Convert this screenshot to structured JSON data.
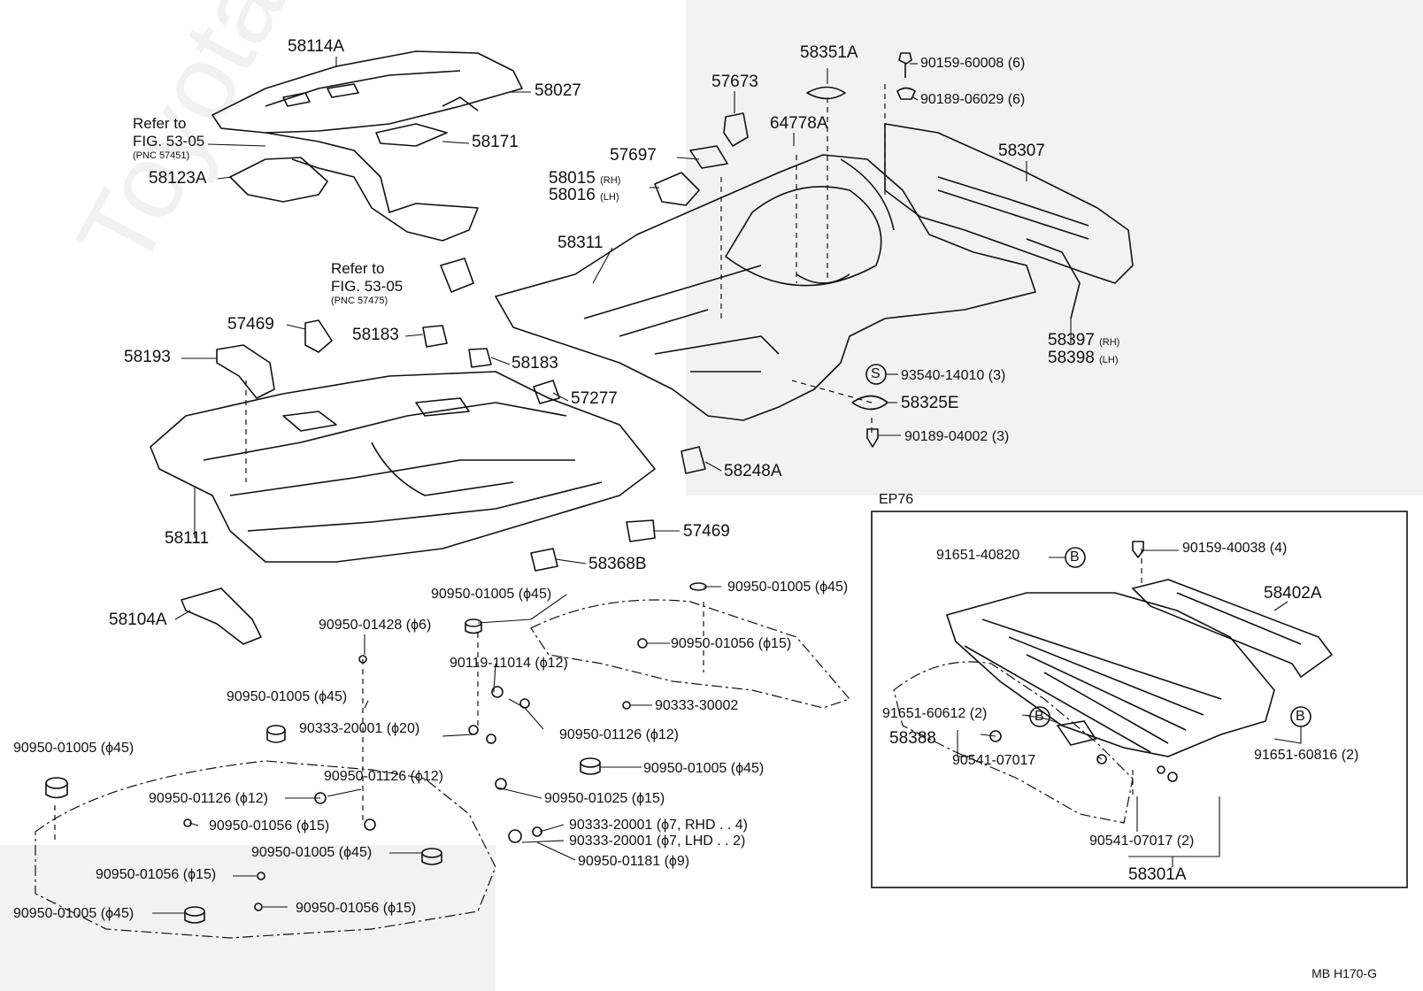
{
  "watermark": "Toyota-Club.ru",
  "drawing_code": "MB  H170-G",
  "inset_title": "EP76",
  "notes": [
    {
      "id": "refer1",
      "line1": "Refer to",
      "line2": "FIG. 53-05",
      "pnc": "(PNC 57451)"
    },
    {
      "id": "refer2",
      "line1": "Refer to",
      "line2": "FIG. 53-05",
      "pnc": "(PNC 57475)"
    }
  ],
  "labels": {
    "p58114A": "58114A",
    "p58027": "58027",
    "p58171": "58171",
    "p58123A": "58123A",
    "p58351A": "58351A",
    "b90159_60008": "90159-60008 (6)",
    "b90189_06029": "90189-06029 (6)",
    "p57673": "57673",
    "p64778A": "64778A",
    "p57697": "57697",
    "p58307": "58307",
    "p58015": "58015",
    "p58015s": "(RH)",
    "p58016": "58016",
    "p58016s": "(LH)",
    "p58311": "58311",
    "p57469a": "57469",
    "p58183a": "58183",
    "p58193": "58193",
    "p58183b": "58183",
    "p57277": "57277",
    "p58397": "58397",
    "p58397s": "(RH)",
    "p58398": "58398",
    "p58398s": "(LH)",
    "b93540": "93540-14010 (3)",
    "p58325E": "58325E",
    "b90189_04002": "90189-04002 (3)",
    "p58248A": "58248A",
    "p58111": "58111",
    "p57469b": "57469",
    "p58368B": "58368B",
    "p58104A": "58104A",
    "g1": "90950-01005 (ϕ45)",
    "g2": "90950-01005 (ϕ45)",
    "g3": "90950-01428 (ϕ6)",
    "g4": "90950-01056 (ϕ15)",
    "g5": "90119-11014 (ϕ12)",
    "g6": "90950-01005 (ϕ45)",
    "g7": "90333-30002",
    "g8": "90333-20001 (ϕ20)",
    "g9": "90950-01126 (ϕ12)",
    "g10": "90950-01005 (ϕ45)",
    "g11": "90950-01005 (ϕ45)",
    "g12": "90950-01126 (ϕ12)",
    "g13": "90950-01025 (ϕ15)",
    "g14": "90950-01126 (ϕ12)",
    "g15": "90950-01056 (ϕ15)",
    "g16": "90333-20001 (ϕ7, RHD . . 4)",
    "g17": "90333-20001 (ϕ7, LHD . . 2)",
    "g18": "90950-01005 (ϕ45)",
    "g19": "90950-01181 (ϕ9)",
    "g20": "90950-01056 (ϕ15)",
    "g21": "90950-01005 (ϕ45)",
    "g22": "90950-01056 (ϕ15)",
    "i1": "91651-40820",
    "i2": "90159-40038 (4)",
    "i3": "58402A",
    "i4": "91651-60612 (2)",
    "i5": "58388",
    "i6": "90541-07017",
    "i7": "91651-60816 (2)",
    "i8": "90541-07017 (2)",
    "i9": "58301A"
  },
  "callout_letters": {
    "b": "B",
    "s": "S"
  }
}
